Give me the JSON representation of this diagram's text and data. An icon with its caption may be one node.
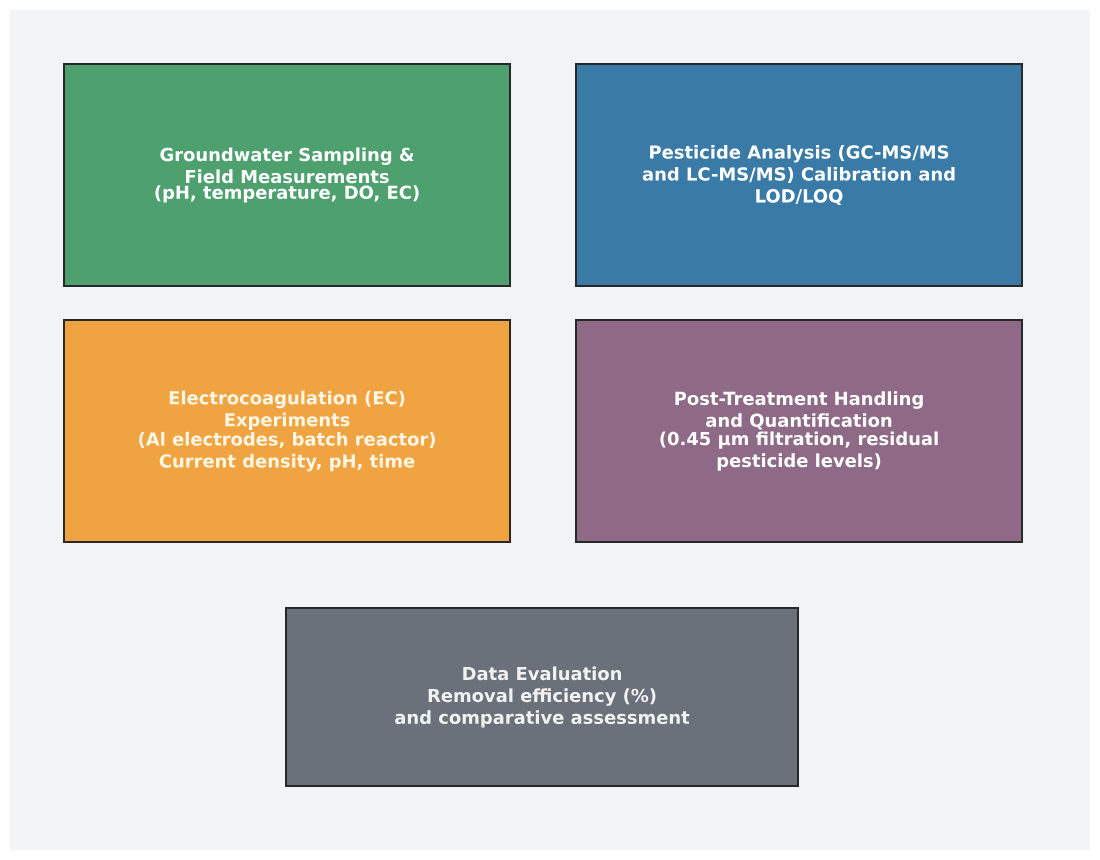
{
  "diagram": {
    "nodes": [
      {
        "text": [
          "Groundwater Sampling & Field Measurements",
          "(pH, temperature, DO, EC)"
        ]
      },
      {
        "text": [
          "Pesticide Analysis (GC-MS/MS and LC-MS/MS) Calibration and LOD/LOQ"
        ]
      },
      {
        "text": [
          "Electrocoagulation (EC) Experiments",
          "(Al electrodes, batch reactor) Current density, pH, time"
        ]
      },
      {
        "text": [
          "Post-Treatment Handling and Quantification",
          "(0.45 µm filtration, residual pesticide levels)"
        ]
      },
      {
        "text": [
          "Data Evaluation",
          "Removal efficiency (%)",
          "and comparative assessment"
        ]
      }
    ]
  }
}
